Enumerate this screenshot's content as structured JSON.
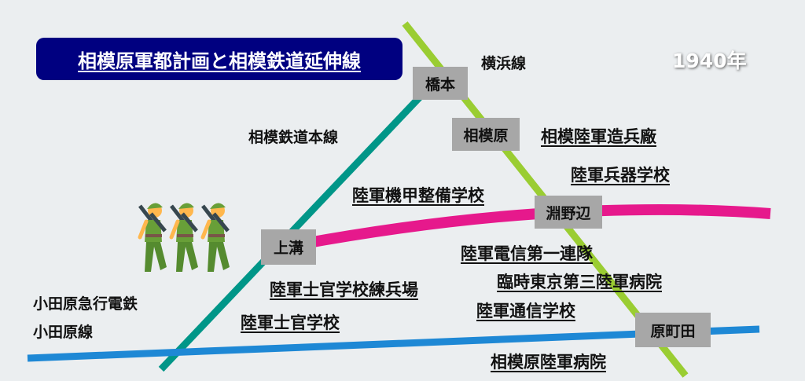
{
  "title": "相模原軍都計画と相模鉄道延伸線",
  "year": "1940年",
  "colors": {
    "yokohama_line": "#9acd32",
    "sagami_line": "#009688",
    "extension": "#e6198c",
    "odakyu": "#1e88d5",
    "title_bg": "#000080",
    "station_bg": "#a7a7a7"
  },
  "lines": {
    "yokohama": "横浜線",
    "sagami": "相模鉄道本線",
    "odakyu_1": "小田原急行電鉄",
    "odakyu_2": "小田原線"
  },
  "stations": {
    "hashimoto": "橋本",
    "sagamihara": "相模原",
    "fuchinobe": "淵野辺",
    "kamimizo": "上溝",
    "haramachida": "原町田"
  },
  "facilities": [
    "相模陸軍造兵廠",
    "陸軍兵器学校",
    "陸軍機甲整備学校",
    "陸軍電信第一連隊",
    "臨時東京第三陸軍病院",
    "陸軍士官学校練兵場",
    "陸軍通信学校",
    "陸軍士官学校",
    "相模原陸軍病院"
  ],
  "icons": {
    "soldiers": "marching-soldiers-icon"
  }
}
